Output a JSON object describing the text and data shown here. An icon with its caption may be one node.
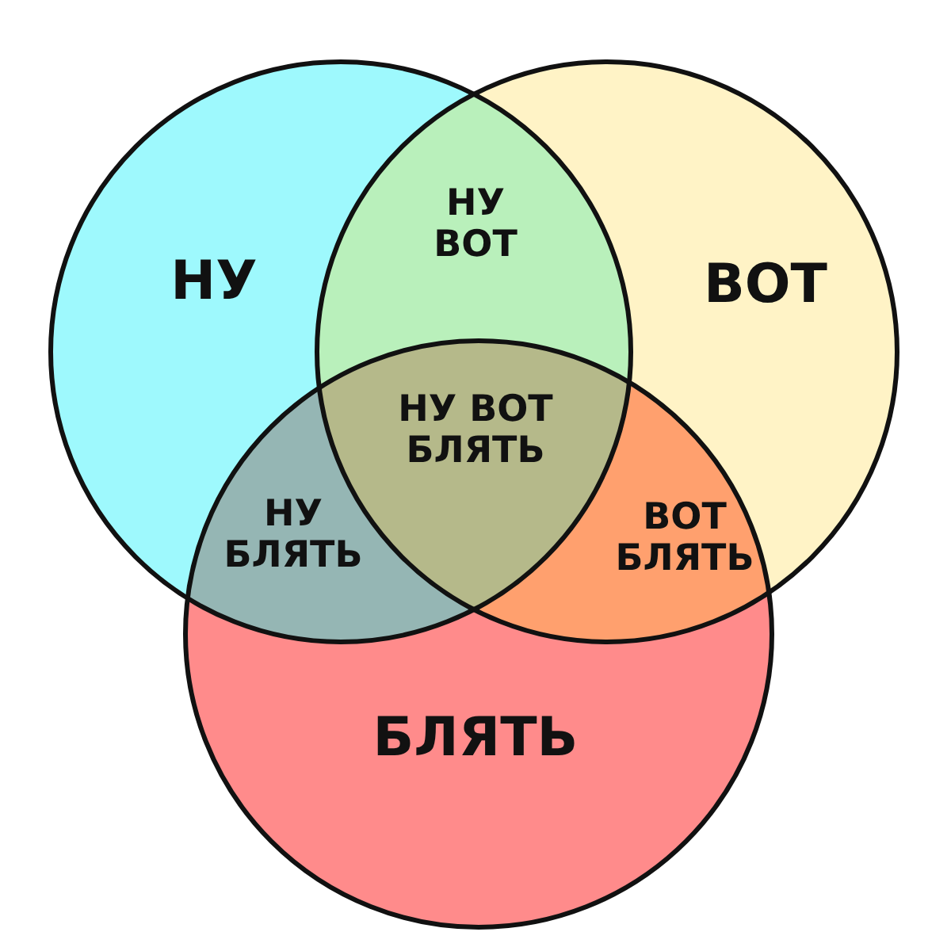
{
  "diagram": {
    "nodes": [
      {
        "text": [
          "НУ"
        ]
      },
      {
        "text": [
          "НУ ВОТ"
        ]
      },
      {
        "text": [
          "ВОТ"
        ]
      },
      {
        "text": [
          "НУ ВОТ БЛЯТЬ"
        ]
      },
      {
        "text": [
          "НУ БЛЯТЬ"
        ]
      },
      {
        "text": [
          "ВОТ БЛЯТЬ"
        ]
      },
      {
        "text": [
          "БЛЯТЬ"
        ]
      }
    ]
  }
}
